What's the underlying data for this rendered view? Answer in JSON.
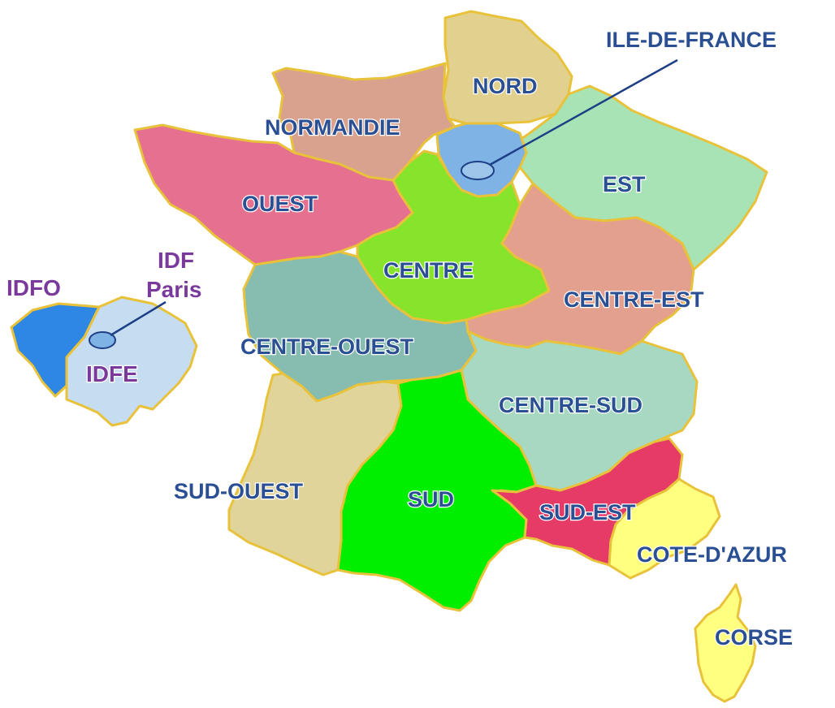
{
  "colors": {
    "border": "#e8c23a",
    "label_blue": "#2a4f93",
    "label_purple": "#7a3a9c"
  },
  "regions": [
    {
      "id": "nord",
      "label": "NORD",
      "color": "#e2d18e"
    },
    {
      "id": "ile-de-france",
      "label": "ILE-DE-FRANCE",
      "color": "#7fb2e5"
    },
    {
      "id": "normandie",
      "label": "NORMANDIE",
      "color": "#d8a28e"
    },
    {
      "id": "est",
      "label": "EST",
      "color": "#a7e3b4"
    },
    {
      "id": "ouest",
      "label": "OUEST",
      "color": "#e57090"
    },
    {
      "id": "centre",
      "label": "CENTRE",
      "color": "#86e52a"
    },
    {
      "id": "centre-est",
      "label": "CENTRE-EST",
      "color": "#e3a08e"
    },
    {
      "id": "centre-ouest",
      "label": "CENTRE-OUEST",
      "color": "#86bdb0"
    },
    {
      "id": "centre-sud",
      "label": "CENTRE-SUD",
      "color": "#a7d8c2"
    },
    {
      "id": "sud-ouest",
      "label": "SUD-OUEST",
      "color": "#e0d49a"
    },
    {
      "id": "sud",
      "label": "SUD",
      "color": "#00ee00"
    },
    {
      "id": "sud-est",
      "label": "SUD-EST",
      "color": "#e63a67"
    },
    {
      "id": "cote-d-azur",
      "label": "COTE-D'AZUR",
      "color": "#ffff80"
    },
    {
      "id": "corse",
      "label": "CORSE",
      "color": "#ffff80"
    }
  ],
  "idf_inset": {
    "west": {
      "label": "IDFO",
      "color": "#2e86e5"
    },
    "east": {
      "label": "IDFE",
      "color": "#c6dcf0"
    },
    "paris_line1": "IDF",
    "paris_line2": "Paris"
  }
}
